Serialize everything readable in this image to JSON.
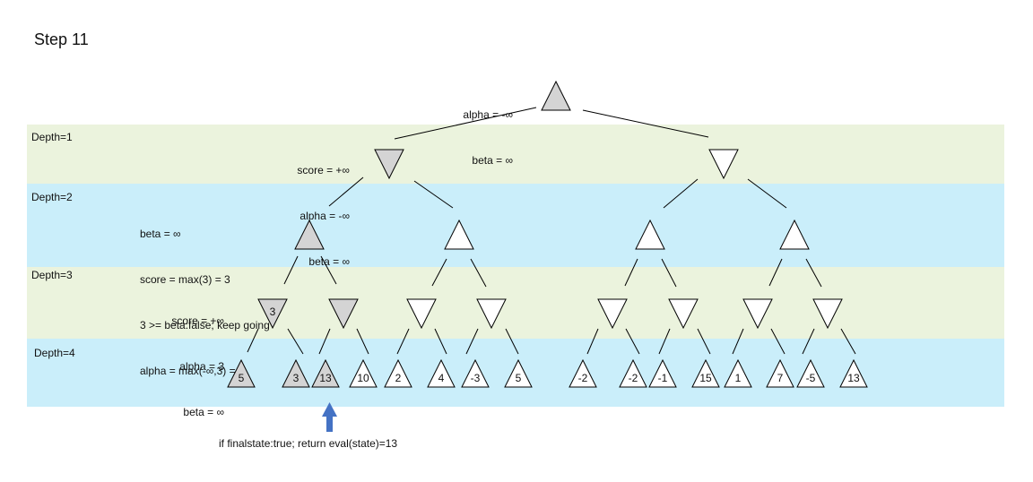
{
  "title": "Step 11",
  "depth_labels": [
    "Depth=1",
    "Depth=2",
    "Depth=3",
    "Depth=4"
  ],
  "root_annotation": [
    "alpha = -∞",
    "beta = ∞"
  ],
  "depth1_annotation": [
    "score = +∞",
    "alpha = -∞",
    "beta = ∞"
  ],
  "depth2_annotation": [
    "beta = ∞",
    "score = max(3) = 3",
    "3 >= beta:false; keep going",
    "alpha = max(-∞,3) = 3"
  ],
  "depth3_annotation": [
    "score = +∞",
    "alpha = 3",
    "beta = ∞"
  ],
  "depth3_node_value": "3",
  "leaf_values": [
    "5",
    "3",
    "13",
    "10",
    "2",
    "4",
    "-3",
    "5",
    "-2",
    "-2",
    "-1",
    "15",
    "1",
    "7",
    "-5",
    "13"
  ],
  "leaf_visited": [
    true,
    true,
    true,
    false,
    false,
    false,
    false,
    false,
    false,
    false,
    false,
    false,
    false,
    false,
    false,
    false
  ],
  "depth1_visited": [
    true,
    false
  ],
  "depth2_visited": [
    true,
    false,
    false,
    false
  ],
  "depth3_visited": [
    true,
    true,
    false,
    false,
    false,
    false,
    false,
    false
  ],
  "bottom_note": "if finalstate:true; return eval(state)=13",
  "colors": {
    "visited_fill": "#d4d4d4",
    "unvisited_fill": "#ffffff",
    "arrow": "#4472c4"
  }
}
